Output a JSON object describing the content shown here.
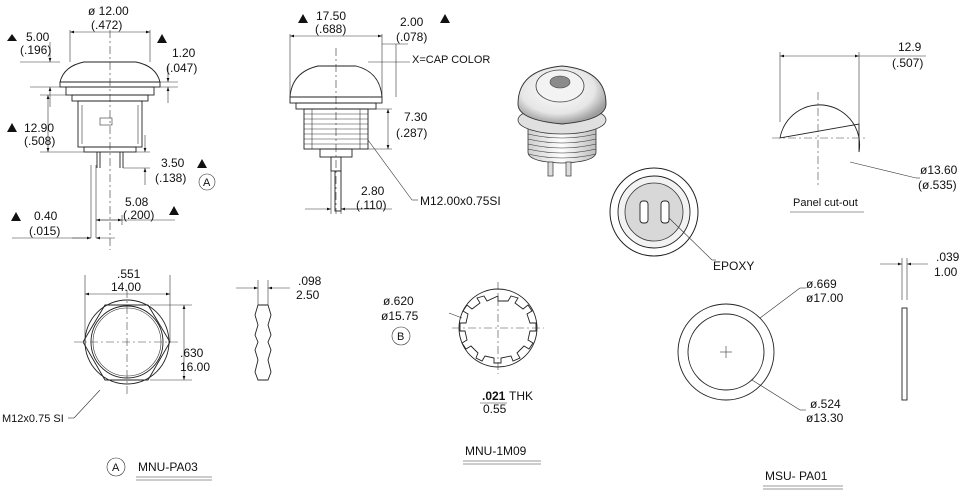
{
  "annotations": {
    "side_view_left": {
      "dia_mm": "ø 12.00",
      "dia_in": "(.472)",
      "cap_mm": "5.00",
      "cap_in": "(.196)",
      "lip_mm": "1.20",
      "lip_in": "(.047)",
      "body_mm": "12.90",
      "body_in": "(.508)",
      "term_mm": "3.50",
      "term_in": "(.138)",
      "pitch_mm": "5.08",
      "pitch_in": "(.200)",
      "pin_mm": "0.40",
      "pin_in": "(.015)",
      "ref_a": "A"
    },
    "side_view_right": {
      "width_mm": "17.50",
      "width_in": "(.688)",
      "cap_mm": "2.00",
      "cap_in": "(.078)",
      "cap_note": "X=CAP COLOR",
      "thread_len_mm": "7.30",
      "thread_len_in": "(.287)",
      "term_mm": "2.80",
      "term_in": "(.110)",
      "thread_spec": "M12.00x0.75SI"
    },
    "bottom_view": {
      "epoxy": "EPOXY"
    },
    "panel_cutout": {
      "flat_mm": "12.9",
      "flat_in": "(.507)",
      "dia_mm": "ø13.60",
      "dia_in": "(ø.535)",
      "label": "Panel cut-out"
    },
    "nut": {
      "width_in": ".551",
      "width_mm": "14.00",
      "across_in": ".630",
      "across_mm": "16.00",
      "thick_in": ".098",
      "thick_mm": "2.50",
      "thread": "M12x0.75 SI",
      "ref_a": "A",
      "part": "MNU-PA03"
    },
    "lock_washer": {
      "dia_in": "ø.620",
      "dia_mm": "ø15.75",
      "ref_b": "B",
      "thk_in": ".021",
      "thk_word": "THK",
      "thk_mm": "0.55",
      "part": "MNU-1M09"
    },
    "o_ring": {
      "outer_in": "ø.669",
      "outer_mm": "ø17.00",
      "inner_in": "ø.524",
      "inner_mm": "ø13.30",
      "thick_in": ".039",
      "thick_mm": "1.00",
      "part": "MSU- PA01"
    }
  }
}
